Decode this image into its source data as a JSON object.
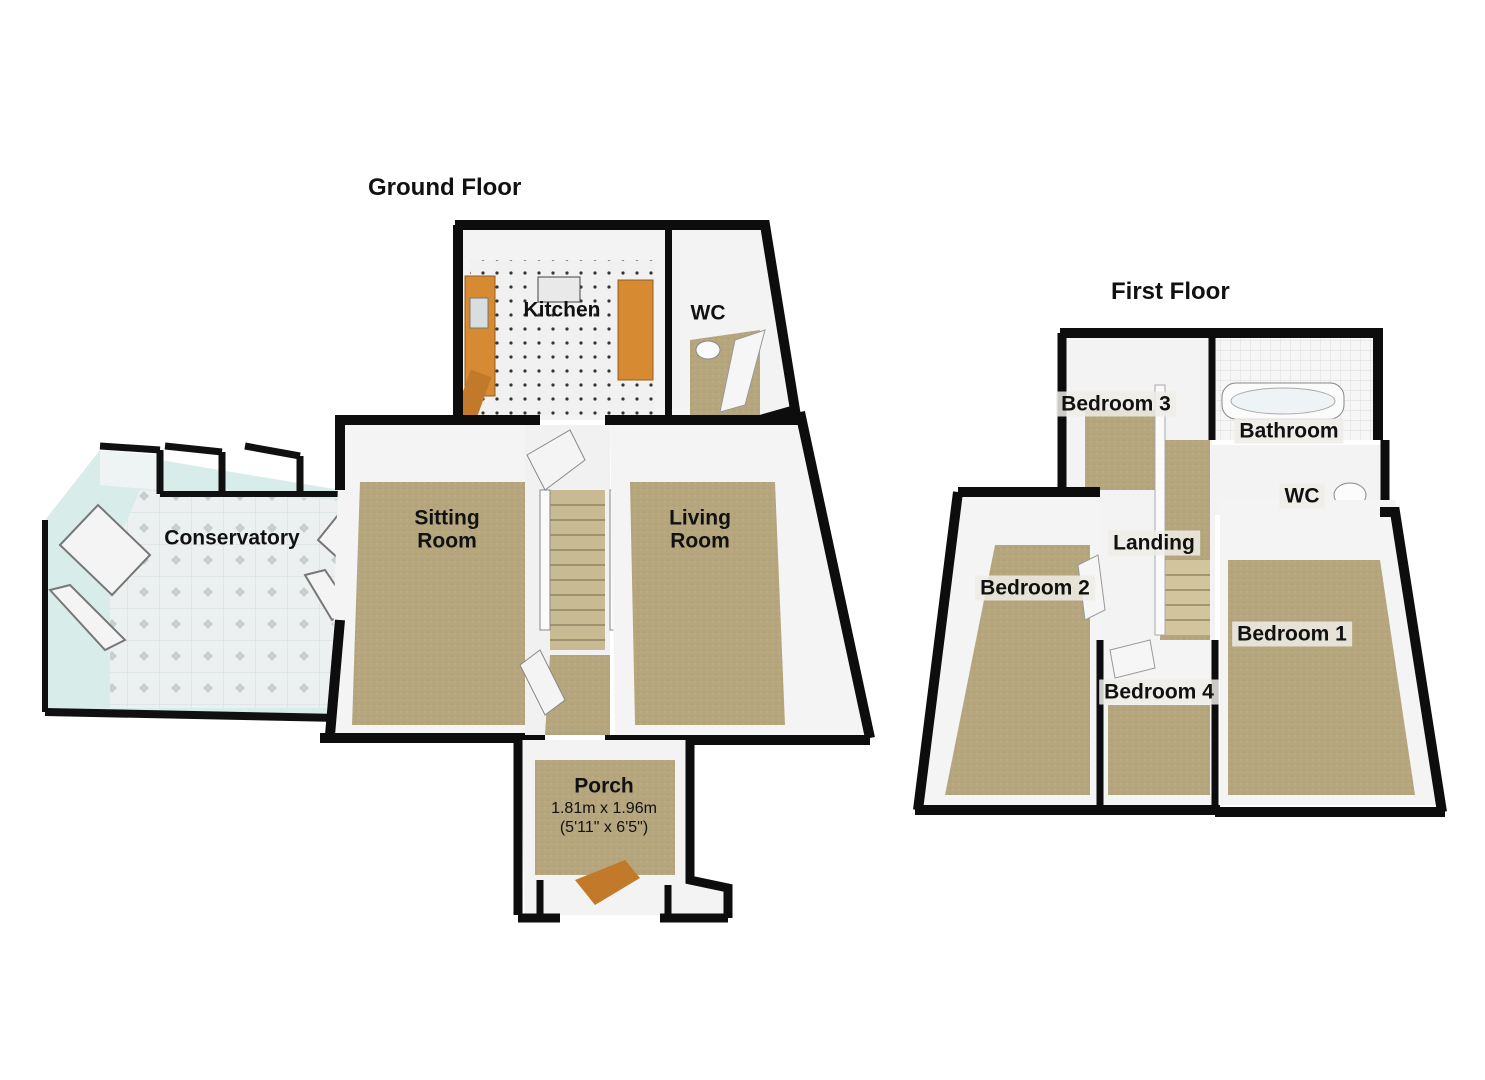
{
  "floors": {
    "ground": {
      "title": "Ground Floor",
      "rooms": {
        "kitchen": "Kitchen",
        "wc": "WC",
        "sitting_line1": "Sitting",
        "sitting_line2": "Room",
        "living_line1": "Living",
        "living_line2": "Room",
        "conservatory": "Conservatory",
        "porch": "Porch"
      },
      "porch_dimensions": {
        "metric": "1.81m x 1.96m",
        "imperial": "(5'11\" x 6'5\")"
      }
    },
    "first": {
      "title": "First Floor",
      "rooms": {
        "bedroom3": "Bedroom 3",
        "bathroom": "Bathroom",
        "wc": "WC",
        "landing": "Landing",
        "bedroom2": "Bedroom 2",
        "bedroom1": "Bedroom 1",
        "bedroom4": "Bedroom 4"
      }
    }
  },
  "colors": {
    "wall": "#0d0d0d",
    "carpet": "#b5a67e",
    "tile": "#e9ecee",
    "inner_wall": "#f4f4f4",
    "glass": "#cfe6e4",
    "worktop": "#d68a32"
  }
}
